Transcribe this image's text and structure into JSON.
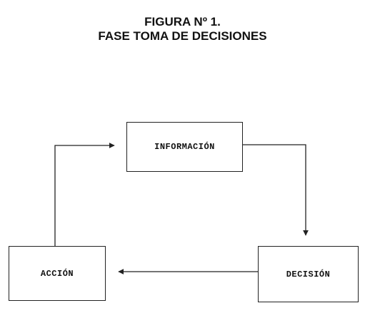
{
  "figure": {
    "title_line1": "FIGURA Nº 1.",
    "title_line2": "FASE TOMA DE DECISIONES"
  },
  "nodes": {
    "informacion": "INFORMACIÓN",
    "accion": "ACCIÓN",
    "decision": "DECISIÓN"
  },
  "edges": [
    {
      "from": "INFORMACIÓN",
      "to": "DECISIÓN"
    },
    {
      "from": "DECISIÓN",
      "to": "ACCIÓN"
    },
    {
      "from": "ACCIÓN",
      "to": "INFORMACIÓN"
    }
  ],
  "colors": {
    "line": "#222222",
    "text": "#111111",
    "background": "#ffffff"
  }
}
